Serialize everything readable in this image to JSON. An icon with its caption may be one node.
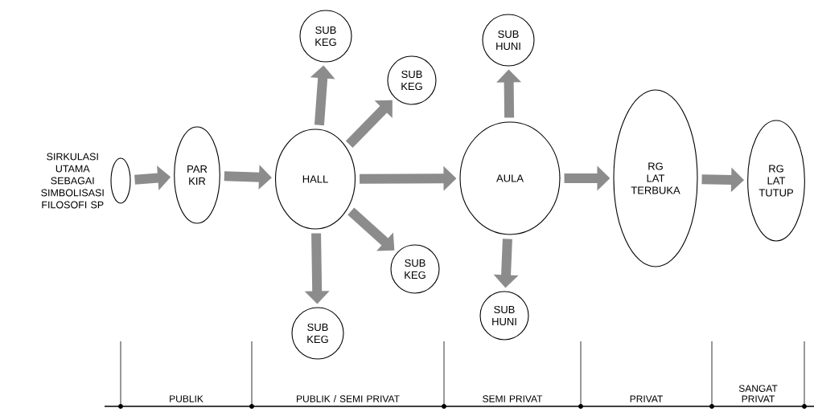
{
  "diagram": {
    "nodes": [
      {
        "text": [],
        "shape": "ellipse",
        "beside": [
          "SIRKULASI UTAMA SEBAGAI SIMBOLISASI FILOSOFI SP"
        ]
      },
      {
        "text": [
          "PAR KIR"
        ]
      },
      {
        "text": [
          "HALL"
        ]
      },
      {
        "text": [
          "SUB KEG"
        ]
      },
      {
        "text": [
          "SUB KEG"
        ]
      },
      {
        "text": [
          "SUB KEG"
        ]
      },
      {
        "text": [
          "SUB KEG"
        ]
      },
      {
        "text": [
          "AULA"
        ]
      },
      {
        "text": [
          "SUB HUNI"
        ]
      },
      {
        "text": [
          "SUB HUNI"
        ]
      },
      {
        "text": [
          "RG LAT TERBUKA"
        ]
      },
      {
        "text": [
          "RG LAT TUTUP"
        ]
      }
    ],
    "edges": [
      {
        "from": 0,
        "to": 1,
        "arrow": "to"
      },
      {
        "from": 1,
        "to": 2,
        "arrow": "to"
      },
      {
        "from": 2,
        "to": 3,
        "arrow": "to"
      },
      {
        "from": 2,
        "to": 4,
        "arrow": "to"
      },
      {
        "from": 2,
        "to": 5,
        "arrow": "to"
      },
      {
        "from": 2,
        "to": 6,
        "arrow": "to"
      },
      {
        "from": 2,
        "to": 7,
        "arrow": "to"
      },
      {
        "from": 7,
        "to": 8,
        "arrow": "to"
      },
      {
        "from": 7,
        "to": 9,
        "arrow": "to"
      },
      {
        "from": 7,
        "to": 10,
        "arrow": "to"
      },
      {
        "from": 10,
        "to": 11,
        "arrow": "to"
      }
    ],
    "labels": [
      "PUBLIK",
      "PUBLIK / SEMI PRIVAT",
      "SEMI PRIVAT",
      "PRIVAT",
      "SANGAT PRIVAT"
    ]
  }
}
